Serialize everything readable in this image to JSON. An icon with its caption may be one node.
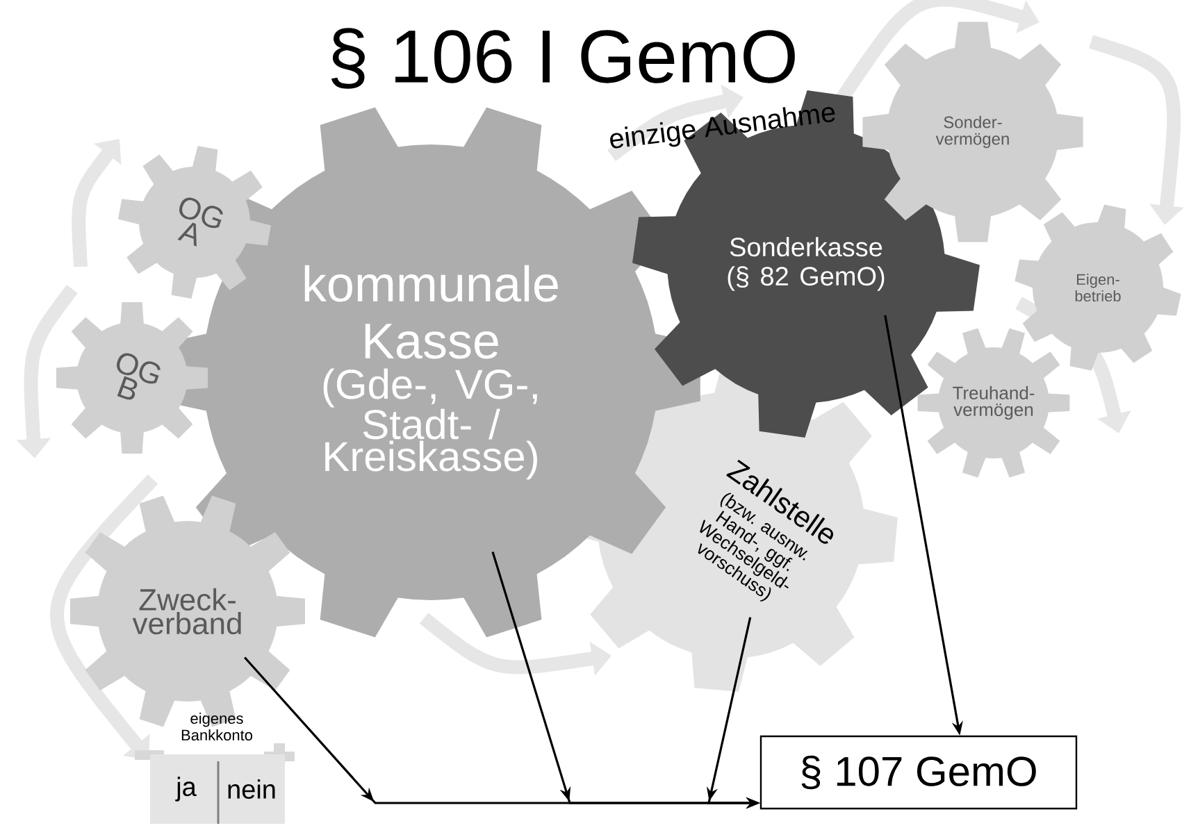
{
  "diagram": {
    "title": "§ 106 I GemO",
    "nodes": [
      {
        "text": [
          "OG A"
        ]
      },
      {
        "text": [
          "OG B"
        ]
      },
      {
        "text": [
          "kommunale Kasse",
          "(Gde-, VG-, Stadt- / Kreiskasse)"
        ]
      },
      {
        "text": [
          "Sonderkasse",
          "(§ 82 GemO)"
        ]
      },
      {
        "text": [
          "Sonder- vermögen"
        ]
      },
      {
        "text": [
          "Eigen- betrieb"
        ]
      },
      {
        "text": [
          "Treuhand- vermögen"
        ]
      },
      {
        "text": [
          "Zahlstelle",
          "(bzw. ausnw. Hand-, ggf. Wechselgeld- vorschuss)"
        ]
      },
      {
        "text": [
          "Zweck- verband"
        ]
      },
      {
        "text": [
          "eigenes Bankkonto",
          "ja",
          "nein"
        ]
      },
      {
        "text": [
          "§ 107 GemO"
        ]
      }
    ],
    "edges": [
      {
        "from": 8,
        "to": 10,
        "arrow": "to"
      },
      {
        "from": 2,
        "to": 10,
        "arrow": "to"
      },
      {
        "from": 7,
        "to": 10,
        "arrow": "to"
      },
      {
        "from": 3,
        "to": 10,
        "arrow": "to"
      }
    ],
    "labels": [
      "einzige Ausnahme"
    ]
  }
}
